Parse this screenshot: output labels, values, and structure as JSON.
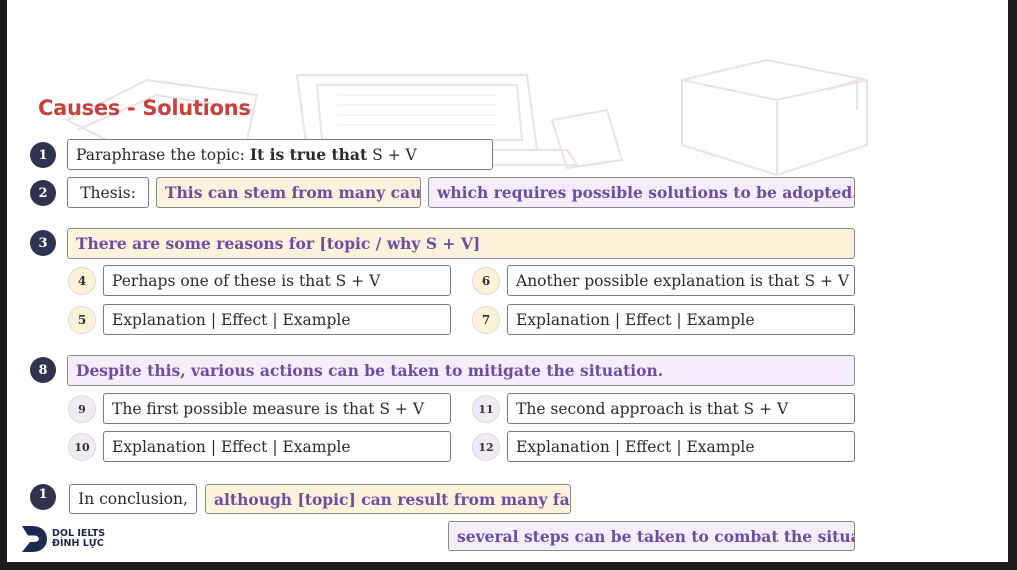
{
  "title": "Causes - Solutions",
  "colors": {
    "title": "#c9413d",
    "badge": "#2e3450",
    "highlight_text": "#6a4fa3",
    "yellow_fill": "#fdf3dc",
    "purple_fill": "#f3eef9"
  },
  "rows": {
    "r1": {
      "num": "1",
      "text_plain": "Paraphrase the topic: ",
      "text_bold": "It is true that",
      "text_tail": " S + V"
    },
    "r2": {
      "num": "2",
      "label": "Thesis:",
      "part1": "This can stem from many causes,",
      "part2": "which requires possible solutions to be adopted."
    },
    "r3": {
      "num": "3",
      "text": "There are some reasons for [topic / why S + V]"
    },
    "r4": {
      "num": "4",
      "text": "Perhaps one of these is that S + V"
    },
    "r5": {
      "num": "5",
      "text": "Explanation | Effect | Example"
    },
    "r6": {
      "num": "6",
      "text": "Another possible explanation is that S + V"
    },
    "r7": {
      "num": "7",
      "text": "Explanation | Effect | Example"
    },
    "r8": {
      "num": "8",
      "text": "Despite this, various actions can be taken to mitigate the situation."
    },
    "r9": {
      "num": "9",
      "text": "The first possible measure is that S + V"
    },
    "r10": {
      "num": "10",
      "text": "Explanation | Effect | Example"
    },
    "r11": {
      "num": "11",
      "text": "The second approach is that S + V"
    },
    "r12": {
      "num": "12",
      "text": "Explanation | Effect | Example"
    },
    "r13": {
      "num": "1",
      "label": "In conclusion,",
      "part1": "although [topic] can result from many factors,",
      "part2": "several steps can be taken to combat the situation."
    }
  },
  "logo": {
    "line1": "DOL IELTS",
    "line2": "ĐÌNH LỰC",
    "icon": "dol-logo-icon"
  }
}
